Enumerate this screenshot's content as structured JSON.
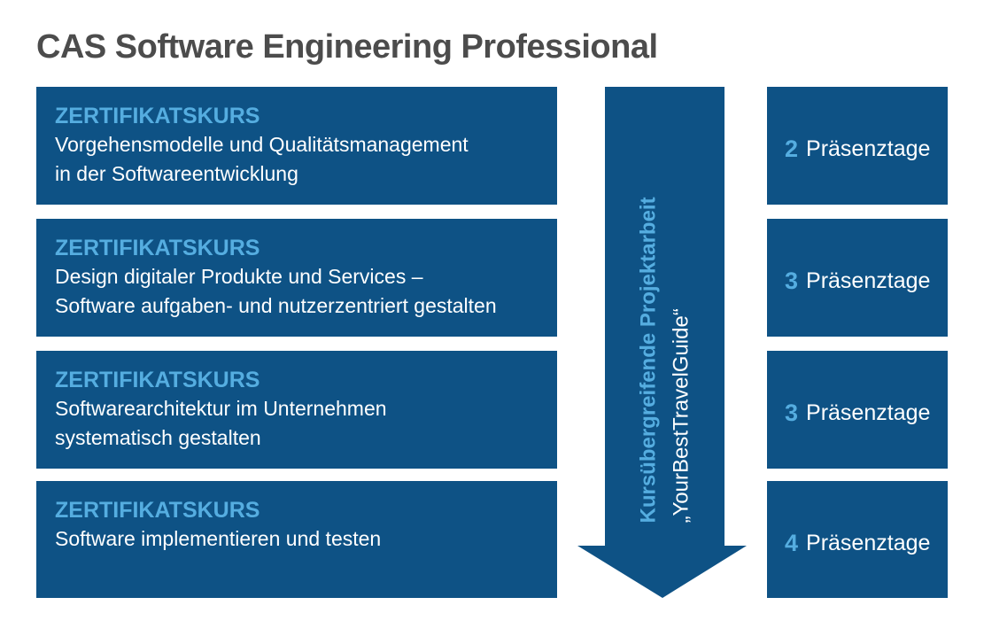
{
  "page": {
    "title": "CAS Software Engineering Professional"
  },
  "colors": {
    "box_background": "#0e5285",
    "accent_light_blue": "#55ade0",
    "title_gray": "#4c4c4c",
    "text_white": "#ffffff"
  },
  "courses": [
    {
      "tag": "ZERTIFIKATSKURS",
      "description_line1": "Vorgehensmodelle und Qualitätsmanagement",
      "description_line2": "in der Softwareentwicklung",
      "days_count": "2",
      "days_unit": "Präsenztage"
    },
    {
      "tag": "ZERTIFIKATSKURS",
      "description_line1": "Design digitaler Produkte und Services –",
      "description_line2": "Software aufgaben- und nutzerzentriert gestalten",
      "days_count": "3",
      "days_unit": "Präsenztage"
    },
    {
      "tag": "ZERTIFIKATSKURS",
      "description_line1": "Softwarearchitektur im Unternehmen",
      "description_line2": "systematisch gestalten",
      "days_count": "3",
      "days_unit": "Präsenztage"
    },
    {
      "tag": "ZERTIFIKATSKURS",
      "description_line1": "Software implementieren und testen",
      "description_line2": "",
      "days_count": "4",
      "days_unit": "Präsenztage"
    }
  ],
  "project_arrow": {
    "line1": "Kursübergreifende Projektarbeit",
    "line2": "„YourBestTravelGuide“"
  }
}
